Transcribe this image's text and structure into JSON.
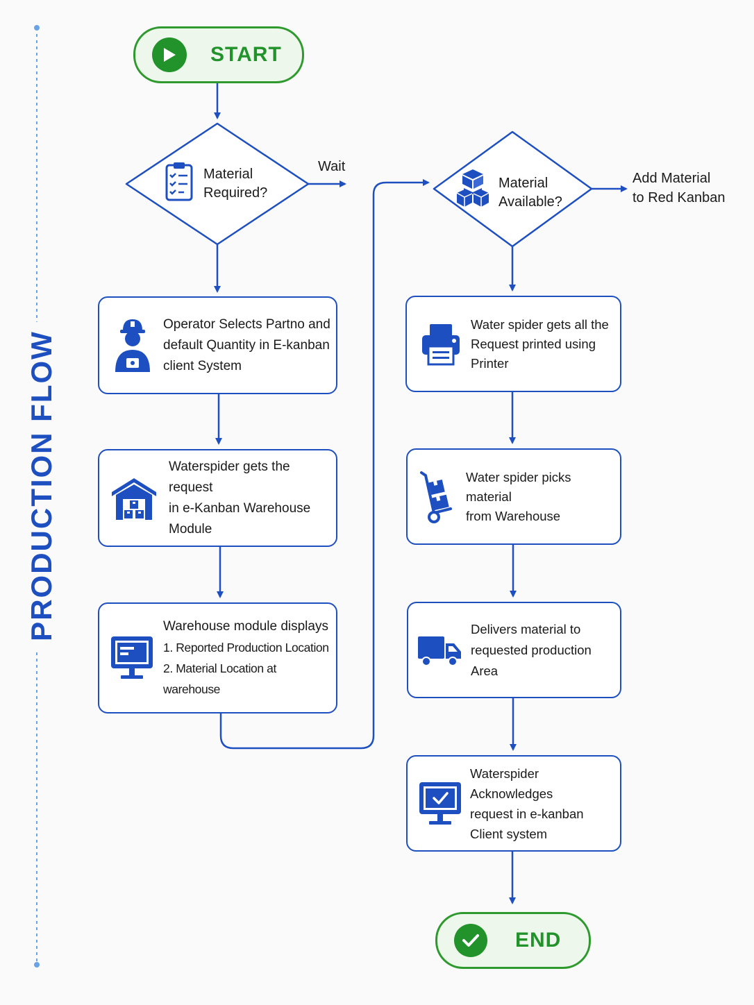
{
  "diagram": {
    "side_title": "PRODUCTION FLOW",
    "start": {
      "label": "START"
    },
    "end": {
      "label": "END"
    },
    "decision_required": {
      "line1": "Material",
      "line2": "Required?",
      "no_label": "Wait"
    },
    "decision_available": {
      "line1": "Material",
      "line2": "Available?",
      "no_label_line1": "Add Material",
      "no_label_line2": "to Red Kanban"
    },
    "steps_left": [
      {
        "lines": [
          "Operator Selects Partno and",
          "default Quantity in E-kanban",
          "client System"
        ],
        "icon": "operator-icon"
      },
      {
        "lines": [
          "Waterspider gets the request",
          "in e-Kanban Warehouse",
          "Module"
        ],
        "icon": "warehouse-icon"
      },
      {
        "lines": [
          "Warehouse module displays",
          "1. Reported Production Location",
          "2. Material Location at warehouse"
        ],
        "icon": "monitor-icon"
      }
    ],
    "steps_right": [
      {
        "lines": [
          "Water spider gets all the",
          "Request printed using",
          "Printer"
        ],
        "icon": "printer-icon"
      },
      {
        "lines": [
          "Water spider picks material",
          "from Warehouse"
        ],
        "icon": "hand-truck-icon"
      },
      {
        "lines": [
          "Delivers material to",
          "requested production Area"
        ],
        "icon": "truck-icon"
      },
      {
        "lines": [
          "Waterspider Acknowledges",
          "request in e-kanban",
          "Client system"
        ],
        "icon": "monitor-check-icon"
      }
    ],
    "colors": {
      "blue": "#1e4fc0",
      "green": "#22932a",
      "green_fill": "#eef7ec"
    }
  }
}
